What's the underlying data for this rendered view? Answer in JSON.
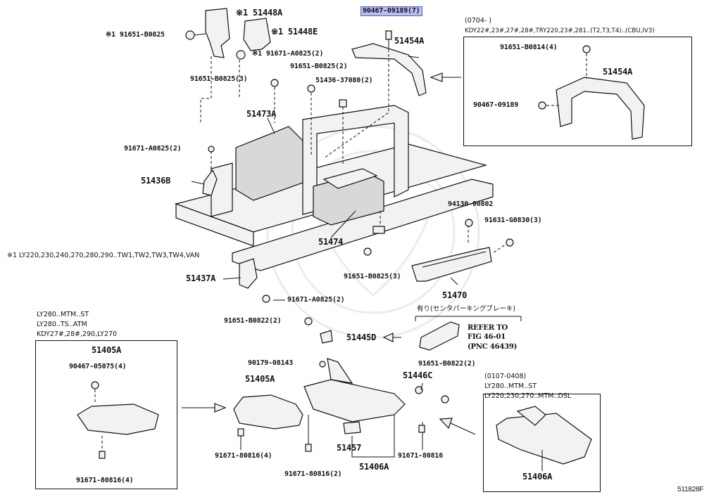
{
  "labels": {
    "p90467_09189_7": "90467-09189(7)",
    "p51448A": "※1 51448A",
    "p51448E": "※1 51448E",
    "p91651_B0825_l": "※1 91651-B0825",
    "p91671_A0825_2_top": "※1 91671-A0825(2)",
    "p91651_B0825_2": "91651-B0825(2)",
    "p91651_B0825_3a": "91651-B0825(3)",
    "p51436_37080": "51436-37080(2)",
    "p51454A": "51454A",
    "p51473A": "51473A",
    "p91671_A0825_2a": "91671-A0825(2)",
    "p51436B": "51436B",
    "p94130": "94130-00802",
    "p91631": "91631-G0830(3)",
    "p51474": "51474",
    "p91651_B0825_3b": "91651-B0825(3)",
    "p51437A": "51437A",
    "p91671_A0825_2b": "91671-A0825(2)",
    "p51470": "51470",
    "p91651_B0822_2a": "91651-B0822(2)",
    "p51445D": "51445D",
    "p90179": "90179-08143",
    "p51405A_mid": "51405A",
    "p91651_B0822_2b": "91651-B0822(2)",
    "p51446C": "51446C",
    "p91671_80816_4_mid": "91671-80816(4)",
    "p51457": "51457",
    "p91671_80816_r": "91671-80816",
    "p91671_80816_2": "91671-80816(2)",
    "p51406A_mid": "51406A",
    "catalog_id": "511828F"
  },
  "notes": {
    "footnote": "※1 LY220,230,240,270,280,290..TW1,TW2,TW3,TW4,VAN",
    "refer_line1": "REFER TO",
    "refer_line2": "FIG 46-01",
    "refer_line3": "(PNC 46439)",
    "parking_brake": "有り(センタパーキングブレーキ)"
  },
  "box_top_right": {
    "cond1": "(0704-      )",
    "cond2": "KDY22#,23#,27#,28#,TRY220,23#,281..(T2,T3,T4)..(CBU,IV3)",
    "l91651_B0814": "91651-B0814(4)",
    "l51454A": "51454A",
    "l90467_09189": "90467-09189"
  },
  "box_left": {
    "cond1": "LY280..MTM..ST",
    "cond2": "LY280..TS..ATM",
    "cond3": "KDY27#,28#,290,LY270",
    "l51405A": "51405A",
    "l90467_05075": "90467-05075(4)",
    "l91671_80816": "91671-80816(4)"
  },
  "box_right": {
    "cond1": "(0107-0408)",
    "cond2": "LY280..MTM..ST",
    "cond3": "LY220,230,270..MTM..DSL",
    "l51406A": "51406A"
  },
  "colors": {
    "highlight": "#b9bdf0",
    "highlight_border": "#5a5fbf",
    "line": "#111111"
  }
}
